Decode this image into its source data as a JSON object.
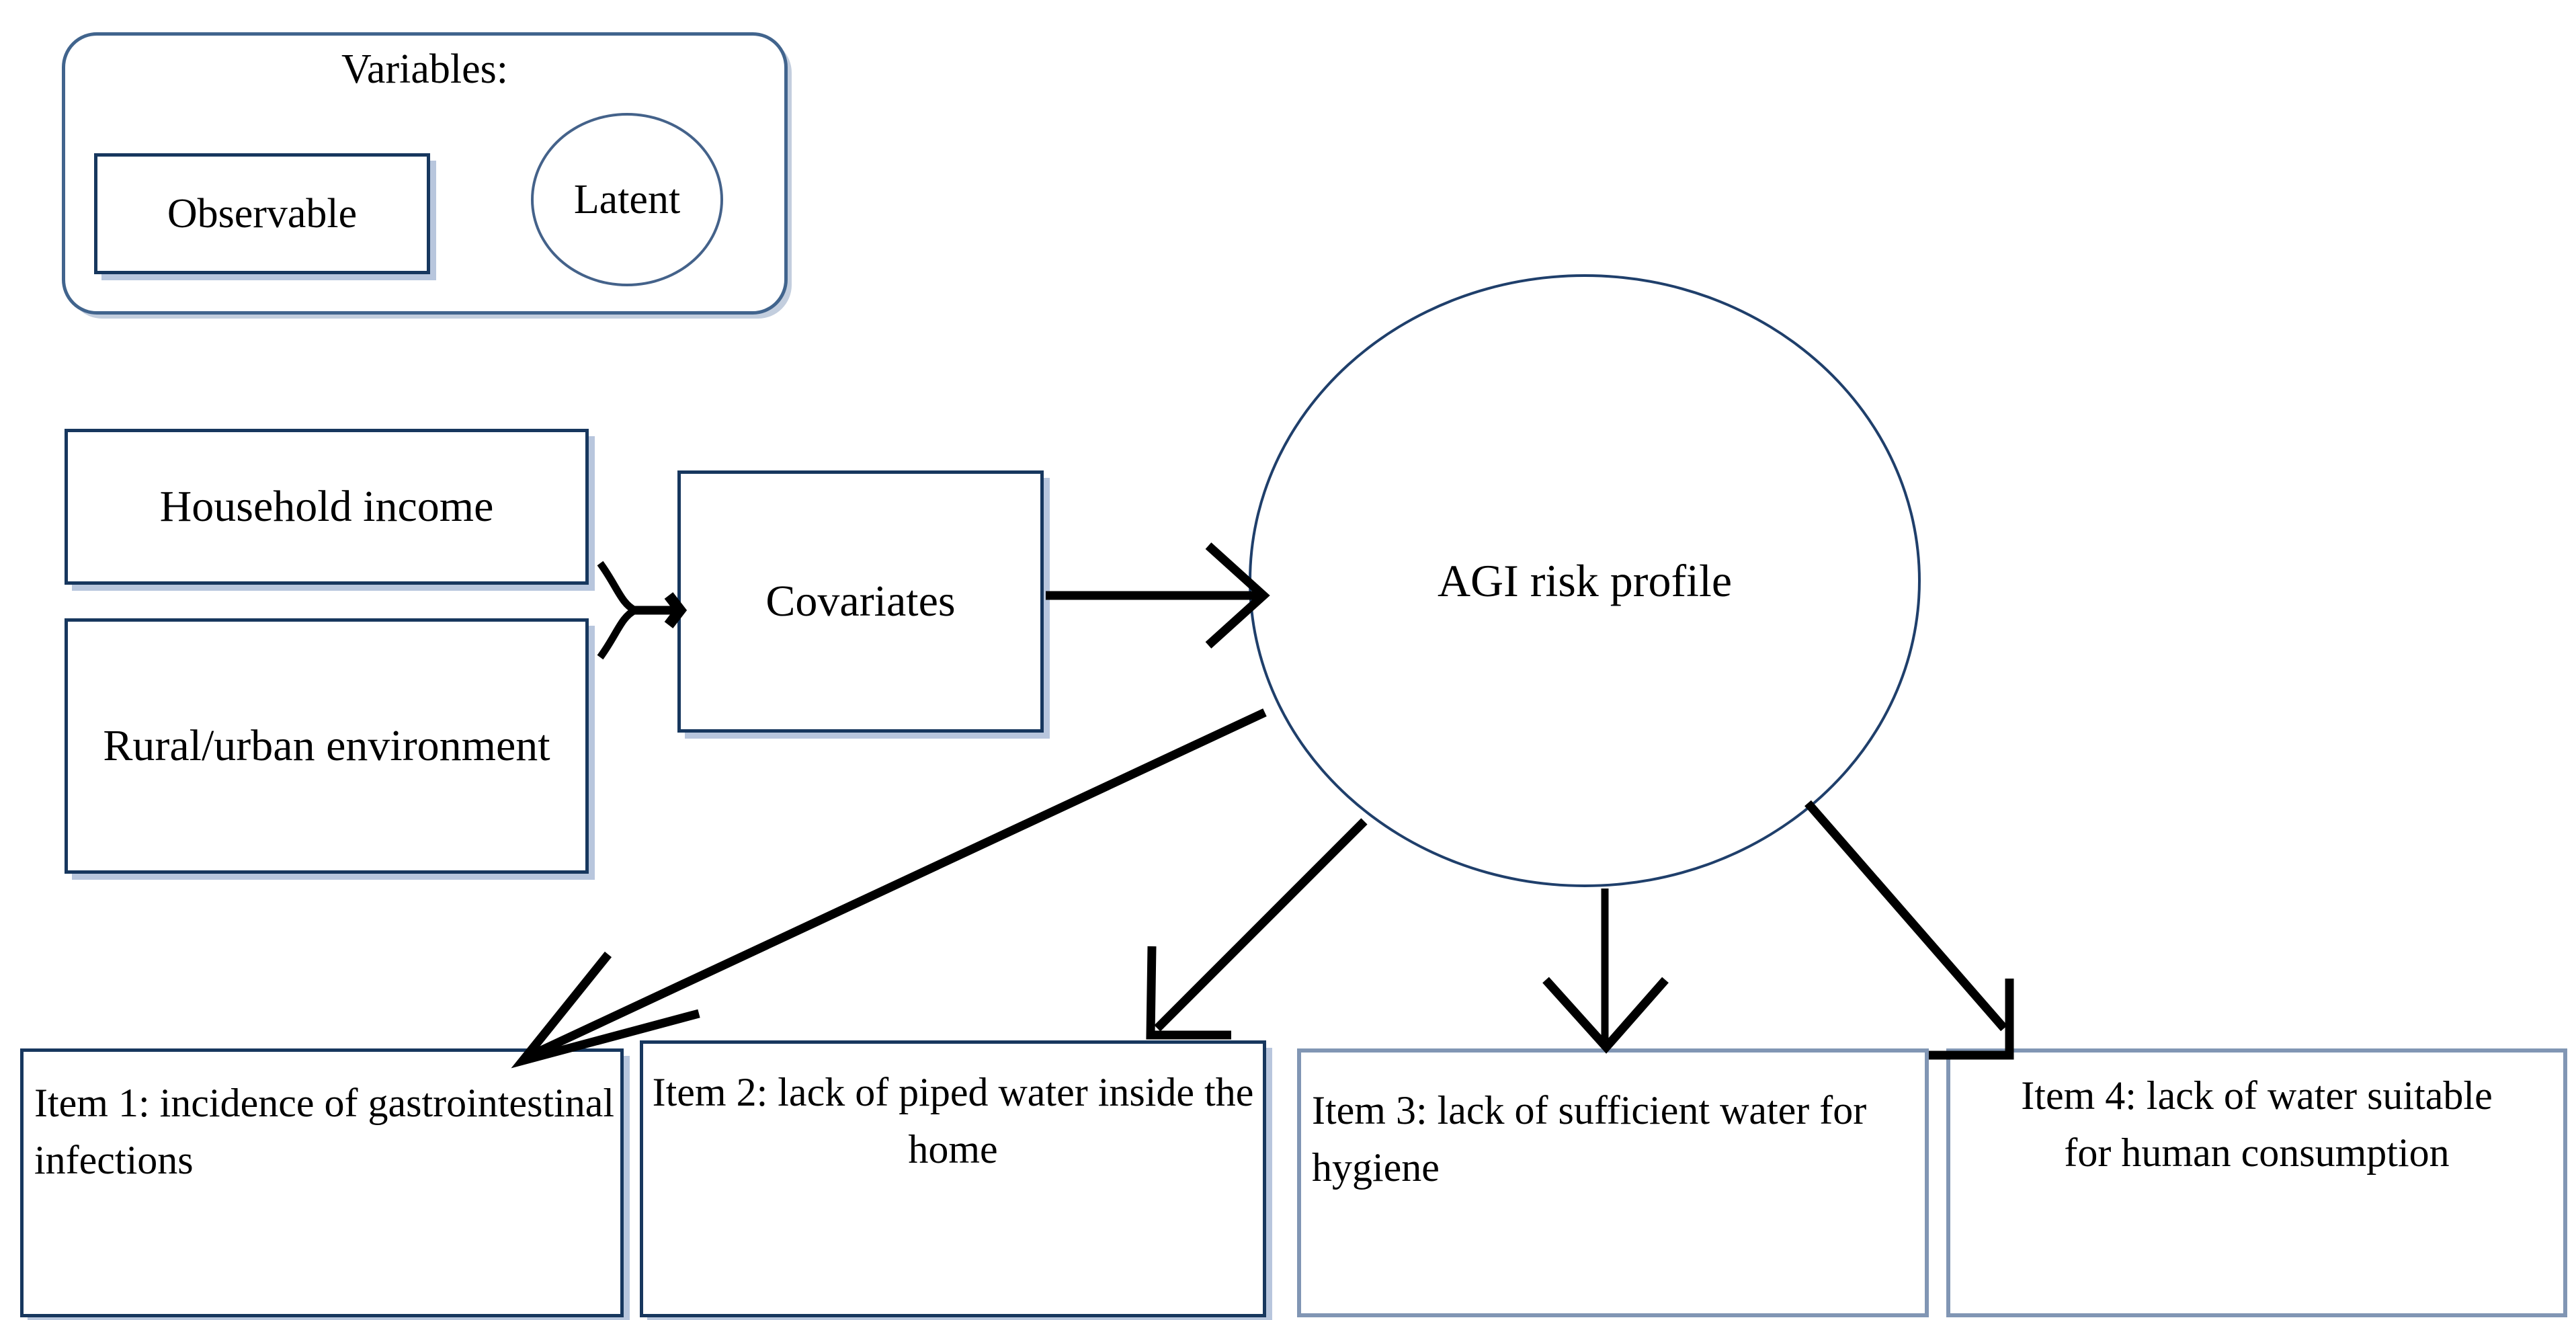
{
  "diagram": {
    "title_present": false,
    "colors": {
      "box_border_dark": "#17375e",
      "box_border_light": "#8196b4",
      "box_shadow": "#b8c6dd",
      "legend_border": "#41648d",
      "circle_border": "#1f3f6b",
      "arrow": "#000000",
      "background": "#ffffff",
      "text": "#000000"
    },
    "legend": {
      "title": "Variables:",
      "observable_label": "Observable",
      "latent_label": "Latent",
      "observable_shape": "rectangle",
      "latent_shape": "circle"
    },
    "nodes": {
      "household_income": "Household income",
      "rural_urban": "Rural/urban environment",
      "covariates": "Covariates",
      "agi_risk_profile": "AGI risk profile",
      "item1": "Item 1: incidence of gastrointestinal infections",
      "item2": "Item 2: lack of piped water inside the home",
      "item3": "Item 3: lack of sufficient water for hygiene",
      "item4": "Item 4: lack of water suitable for human consumption"
    },
    "edges": [
      {
        "from": "household_income",
        "to": "covariates",
        "style": "brace-merge",
        "arrowhead": "open-v"
      },
      {
        "from": "rural_urban",
        "to": "covariates",
        "style": "brace-merge",
        "arrowhead": "open-v"
      },
      {
        "from": "covariates",
        "to": "agi_risk_profile",
        "style": "straight",
        "arrowhead": "open-v"
      },
      {
        "from": "agi_risk_profile",
        "to": "item1",
        "style": "diagonal",
        "arrowhead": "open-v"
      },
      {
        "from": "agi_risk_profile",
        "to": "item2",
        "style": "diagonal",
        "arrowhead": "open-v"
      },
      {
        "from": "agi_risk_profile",
        "to": "item3",
        "style": "vertical",
        "arrowhead": "open-v"
      },
      {
        "from": "agi_risk_profile",
        "to": "item4",
        "style": "diagonal",
        "arrowhead": "open-v"
      }
    ]
  }
}
